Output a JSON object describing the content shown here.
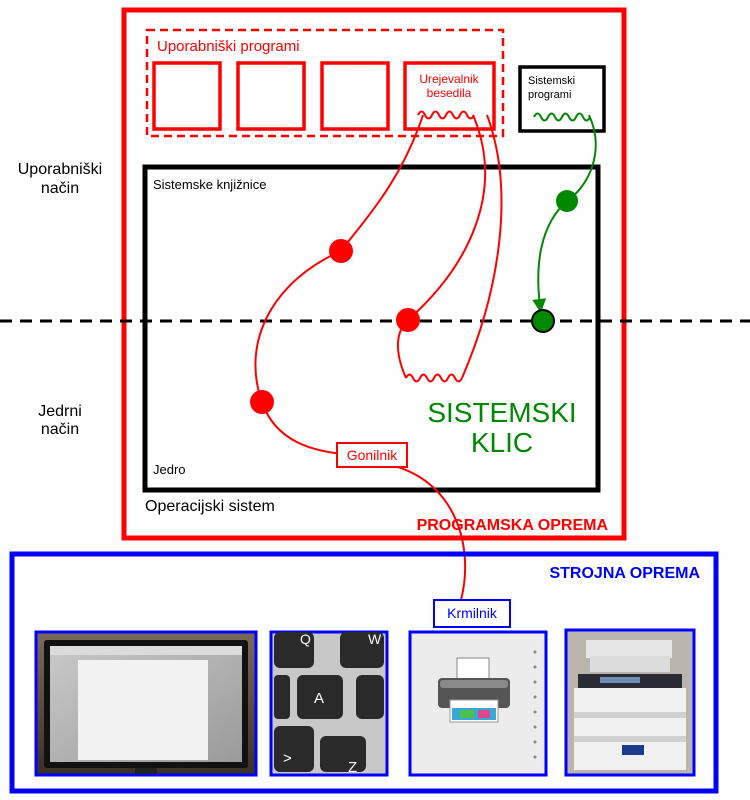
{
  "left_labels": {
    "user_mode": [
      "Uporabniški",
      "način"
    ],
    "kernel_mode": [
      "Jedrni",
      "način"
    ]
  },
  "software": {
    "title": "PROGRAMSKA OPREMA",
    "user_programs_title": "Uporabniški programi",
    "text_editor_label": [
      "Urejevalnik",
      "besedila"
    ],
    "system_programs_label": [
      "Sistemski",
      "programi"
    ],
    "system_libraries_label": "Sistemske knjižnice",
    "kernel_label": "Jedro",
    "driver_label": "Gonilnik",
    "os_label": "Operacijski sistem",
    "system_call_label": [
      "SISTEMSKI",
      "KLIC"
    ]
  },
  "hardware": {
    "title": "STROJNA OPREMA",
    "controller_label": "Krmilnik",
    "devices": [
      "monitor",
      "keyboard",
      "printer-icon",
      "printer"
    ],
    "keyboard_keys": [
      "Q",
      "W",
      "A",
      ">",
      "Z"
    ]
  },
  "colors": {
    "software": "#ff0000",
    "hardware": "#0000ff",
    "os": "#000000",
    "system_call": "#008800"
  }
}
